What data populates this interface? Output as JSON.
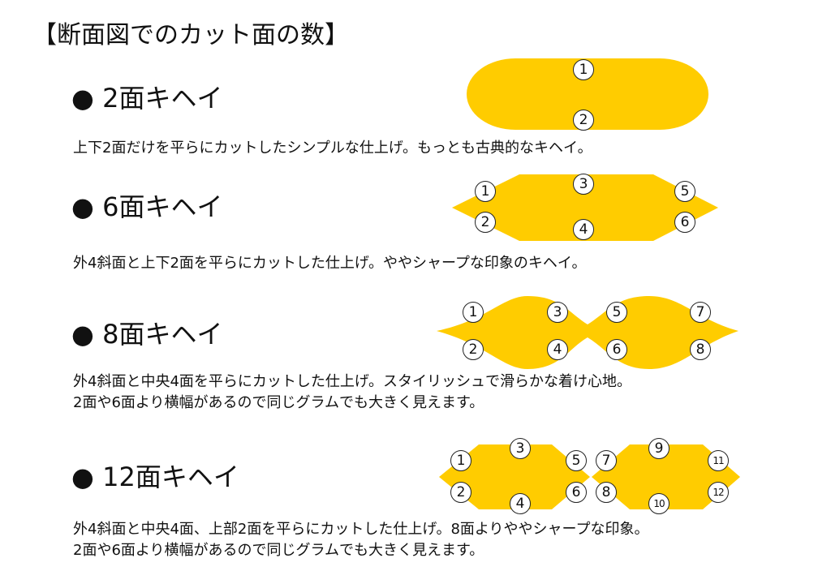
{
  "title": "【断面図でのカット面の数】",
  "colors": {
    "shape": "#FFCC00"
  },
  "sections": [
    {
      "heading": "● 2面キヘイ",
      "desc": [
        "上下2面だけを平らにカットしたシンプルな仕上げ。もっとも古典的なキヘイ。"
      ],
      "labels": [
        "1",
        "2"
      ]
    },
    {
      "heading": "● 6面キヘイ",
      "desc": [
        "外4斜面と上下2面を平らにカットした仕上げ。ややシャープな印象のキヘイ。"
      ],
      "labels": [
        "1",
        "2",
        "3",
        "4",
        "5",
        "6"
      ]
    },
    {
      "heading": "● 8面キヘイ",
      "desc": [
        "外4斜面と中央4面を平らにカットした仕上げ。スタイリッシュで滑らかな着け心地。",
        "2面や6面より横幅があるので同じグラムでも大きく見えます。"
      ],
      "labels": [
        "1",
        "2",
        "3",
        "4",
        "5",
        "6",
        "7",
        "8"
      ]
    },
    {
      "heading": "● 12面キヘイ",
      "desc": [
        "外4斜面と中央4面、上部2面を平らにカットした仕上げ。8面よりややシャープな印象。",
        "2面や6面より横幅があるので同じグラムでも大きく見えます。"
      ],
      "labels": [
        "1",
        "2",
        "3",
        "4",
        "5",
        "6",
        "7",
        "8",
        "9",
        "10",
        "11",
        "12"
      ]
    }
  ]
}
